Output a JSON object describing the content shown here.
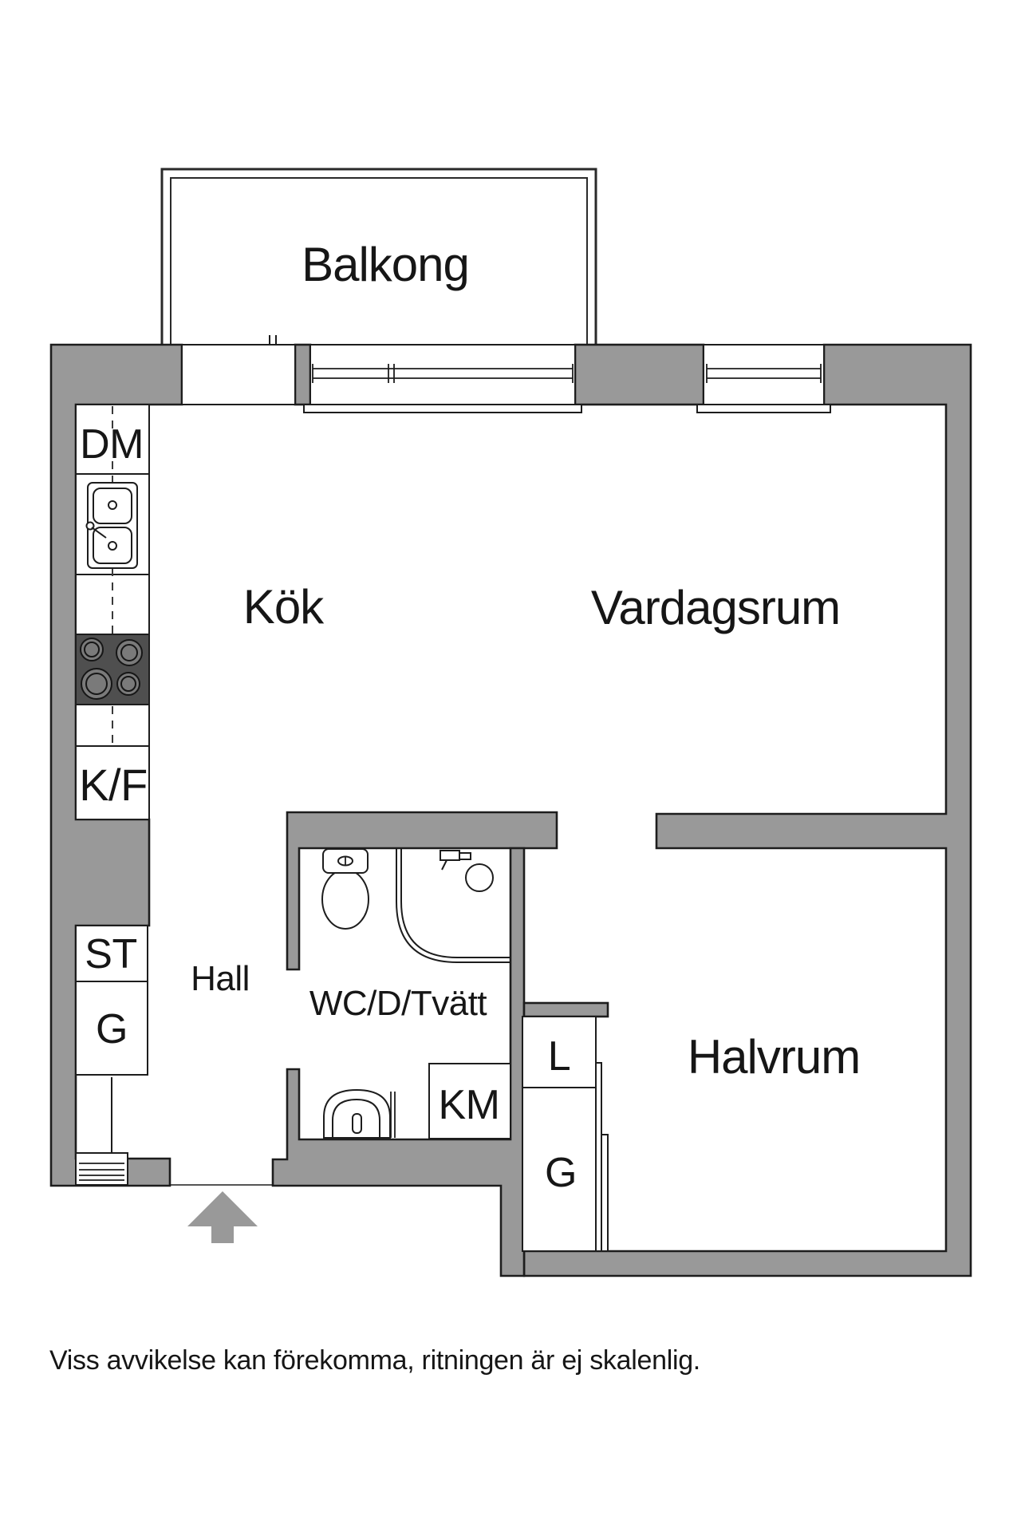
{
  "plan": {
    "rooms": {
      "balcony": "Balkong",
      "kitchen": "Kök",
      "living_room": "Vardagsrum",
      "hall": "Hall",
      "bathroom": "WC/D/Tvätt",
      "half_room": "Halvrum"
    },
    "fixtures": {
      "dishwasher": "DM",
      "fridge_freezer": "K/F",
      "cleaning_cabinet": "ST",
      "wardrobe_hall": "G",
      "washing_machine": "KM",
      "linen_closet": "L",
      "wardrobe_half_room": "G"
    },
    "disclaimer": "Viss avvikelse kan förekomma, ritningen är ej skalenlig."
  },
  "colors": {
    "wall": "#999999",
    "outline": "#1d1d1d",
    "stove": "#4f4f4f",
    "burner": "#7a7a7a",
    "arrow": "#999999",
    "background": "#ffffff"
  }
}
